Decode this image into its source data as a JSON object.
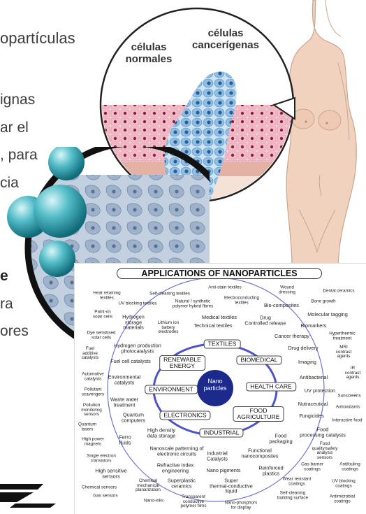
{
  "slide_text": {
    "line1": "opartículas",
    "line2": "ignas",
    "line3": "ar el",
    "line4": ", para",
    "line5": "cia",
    "line6": "e",
    "line7": "ra",
    "line8": "ores"
  },
  "cell_diagram": {
    "label_normal_1": "células",
    "label_normal_2": "normales",
    "label_cancer_1": "células",
    "label_cancer_2": "cancerígenas"
  },
  "infographic": {
    "title": "APPLICATIONS OF NANOPARTICLES",
    "center_1": "Nano",
    "center_2": "particles",
    "categories": {
      "textiles": "TEXTILES",
      "renewable": "RENEWABLE\nENERGY",
      "biomedical": "BIOMEDICAL",
      "environment": "ENVIRONMENT",
      "health": "HEALTH CARE",
      "electronics": "ELECTRONICS",
      "food": "FOOD\nAGRICULTURE",
      "industrial": "INDUSTRIAL"
    },
    "apps": {
      "heat_retaining": "Heat retaining\ntextiles",
      "self_cleaning_textiles": "Self-cleaning textiles",
      "anti_stain": "Anti-stain textiles",
      "wound": "Wound\ndressing",
      "dental": "Dental ceramics",
      "uv_blocking_textiles": "UV blocking textiles",
      "natural_synthetic": "Natural / synthetic\npolymer hybrid fibres",
      "electroconducting": "Electroconducting\ntextiles",
      "bio_composites": "Bio-composites",
      "bone": "Bone growth",
      "paint_on": "Paint-on\nsolar cells",
      "hydrogen_storage": "Hydrogen\nstorage\nmaterials",
      "medical_textiles": "Medical textiles",
      "drug_controlled": "Drug\nControlled release",
      "molecular": "Molecular tagging",
      "lithium": "Lithium ion\nbattery\nelectrodes",
      "technical_textiles": "Technical textiles",
      "biomarkers": "Biomarkers",
      "dye_solar": "Dye sensitised\nsolar cells",
      "cancer": "Cancer therapy",
      "hyperthermic": "Hyperthermic\ntreatment",
      "fuel_additive": "Fuel\nadditive\ncatalysts",
      "hydrogen_production": "Hydrogen production\nphotocatalysts",
      "drug_delivery": "Drug delivery",
      "mri": "MRI\ncontrast\nagents",
      "fuel_cell": "Fuel cell catalysts",
      "imaging": "Imaging",
      "automotive": "Automotive\ncatalysts",
      "ir_contrast": "IR\ncontrast\nagents",
      "env_catalysts": "Environmental\ncatalysts",
      "antibacterial": "Antibacterial",
      "pollutant": "Pollutant\nscavengers",
      "uv_protection": "UV protection",
      "sunscreens": "Sunscreens",
      "waste_water": "Waste water\ntreatment",
      "nutraceutical": "Nutraceutical",
      "antioxidants": "Antioxidants",
      "pollution_monitoring": "Pollution\nmonitoring\nsensors",
      "quantum_computers": "Quantum\ncomputers",
      "fungicides": "Fungicides",
      "interactive_food": "Interactive food",
      "quantum_lasers": "Quantum\nlasers",
      "high_density": "High density\ndata storage",
      "food_processing": "Food\nprocessing catalysts",
      "high_power_magnets": "High power\nmagnets",
      "ferro_fluids": "Ferro\nfluids",
      "food_packaging": "Food\npackaging",
      "food_quality": "Food\nquality/safety\nanalysis\nsensors",
      "single_electron": "Single electron\ntransistors",
      "nanoscale_patterning": "Nanoscale patterning of\nelectronic circuits",
      "industrial_catalysts": "Industrial\nCatalysts",
      "functional_nano": "Functional\nnanocomposites",
      "gas_barrier": "Gas-barrier\ncoatings",
      "antifouling": "Antifouling\ncoatings",
      "high_sensitive": "High sensitive\nsensors",
      "refractive": "Refractive index\nengineering",
      "nano_pigments": "Nano pigments",
      "reinforced": "Reinforced\nplastics",
      "chemical_sensors": "Chemical sensors",
      "cmp": "Chemical\nmechanical\nplanarization",
      "superplastic": "Superplastic\nceramics",
      "super_thermal": "Super\nthermal-conductive\nliquid",
      "wear_resistant": "Wear resistant\ncoatings",
      "uv_blocking_coatings": "UV blocking\ncoatings",
      "gas_sensors": "Gas sensors",
      "nano_inks": "Nano-inks",
      "transparent": "Transparent\nconductive\npolymer films",
      "nano_phosphors": "Nano-phosphors\nfor display",
      "self_cleaning_building": "Self-cleaning\nbuilding surface",
      "antimicrobial": "Antimicrobial\ncoatings"
    }
  },
  "colors": {
    "ring": "#5b5fcf",
    "center": "#1c2a8c",
    "skin": "#f1d2bf",
    "cell_pink": "#f3bcc9",
    "cell_blue": "#6ea9d6",
    "sphere": "#3aa7b4"
  }
}
